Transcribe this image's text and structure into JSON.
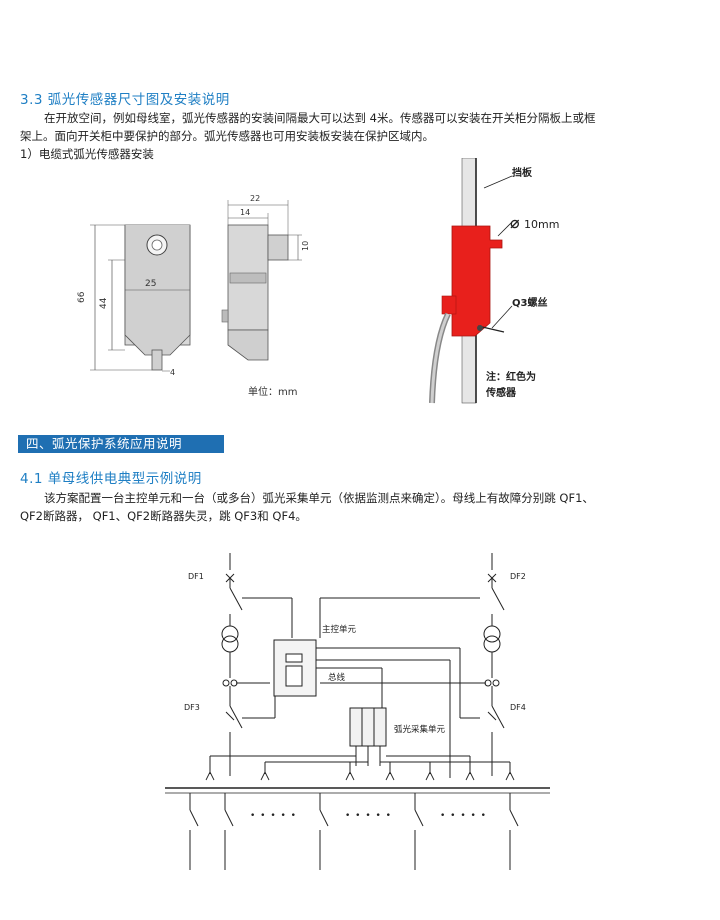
{
  "section_3_3": {
    "title": "3.3 弧光传感器尺寸图及安装说明",
    "para_line1": "在开放空间，例如母线室，弧光传感器的安装间隔最大可以达到 4米。传感器可以安装在开关柜分隔板上或框",
    "para_line2": "架上。面向开关柜中要保护的部分。弧光传感器也可用安装板安装在保护区域内。",
    "item1": "1）电缆式弧光传感器安装"
  },
  "dim_drawing": {
    "dim_66": "66",
    "dim_44": "44",
    "dim_25": "25",
    "dim_4": "4",
    "dim_22": "22",
    "dim_14": "14",
    "dim_10": "10",
    "unit": "单位：mm"
  },
  "mount_drawing": {
    "baffle": "挡板",
    "hole": "10mm",
    "screw": "Q3螺丝",
    "note_line1": "注：红色为",
    "note_line2": "传感器",
    "sensor_color": "#e8201c"
  },
  "section_4": {
    "banner": "四、弧光保护系统应用说明"
  },
  "section_4_1": {
    "title": "4.1 单母线供电典型示例说明",
    "para_line1": "该方案配置一台主控单元和一台（或多台）弧光采集单元（依据监测点来确定）。母线上有故障分别跳 QF1、",
    "para_line2": "QF2断路器， QF1、QF2断路器失灵，跳 QF3和 QF4。"
  },
  "diagram": {
    "df1": "DF1",
    "df2": "DF2",
    "df3": "DF3",
    "df4": "DF4",
    "master": "主控单元",
    "bus": "总线",
    "collector": "弧光采集单元",
    "dots": "• • • • •"
  }
}
